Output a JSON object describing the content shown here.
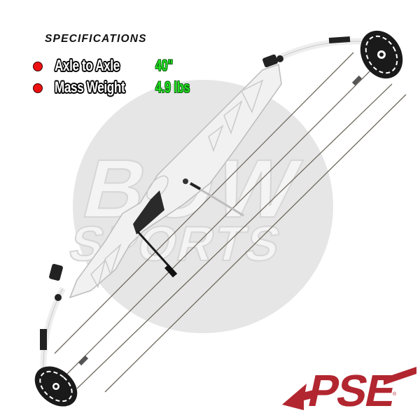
{
  "specifications": {
    "title": "SPECIFICATIONS",
    "items": [
      {
        "label": "Axle to Axle",
        "value": "40\""
      },
      {
        "label": "Mass Weight",
        "value": "4.9 lbs"
      }
    ]
  },
  "watermark": {
    "line1": "BOW",
    "line2": "SPORTS"
  },
  "brand": {
    "name": "PSE",
    "registered_mark": "®",
    "color": "#b22630"
  },
  "colors": {
    "bullet": "#ee1111",
    "value_text": "#22e022",
    "circle": "#e6e6e6"
  },
  "product": {
    "image_alt": "white compound bow with black cams"
  }
}
